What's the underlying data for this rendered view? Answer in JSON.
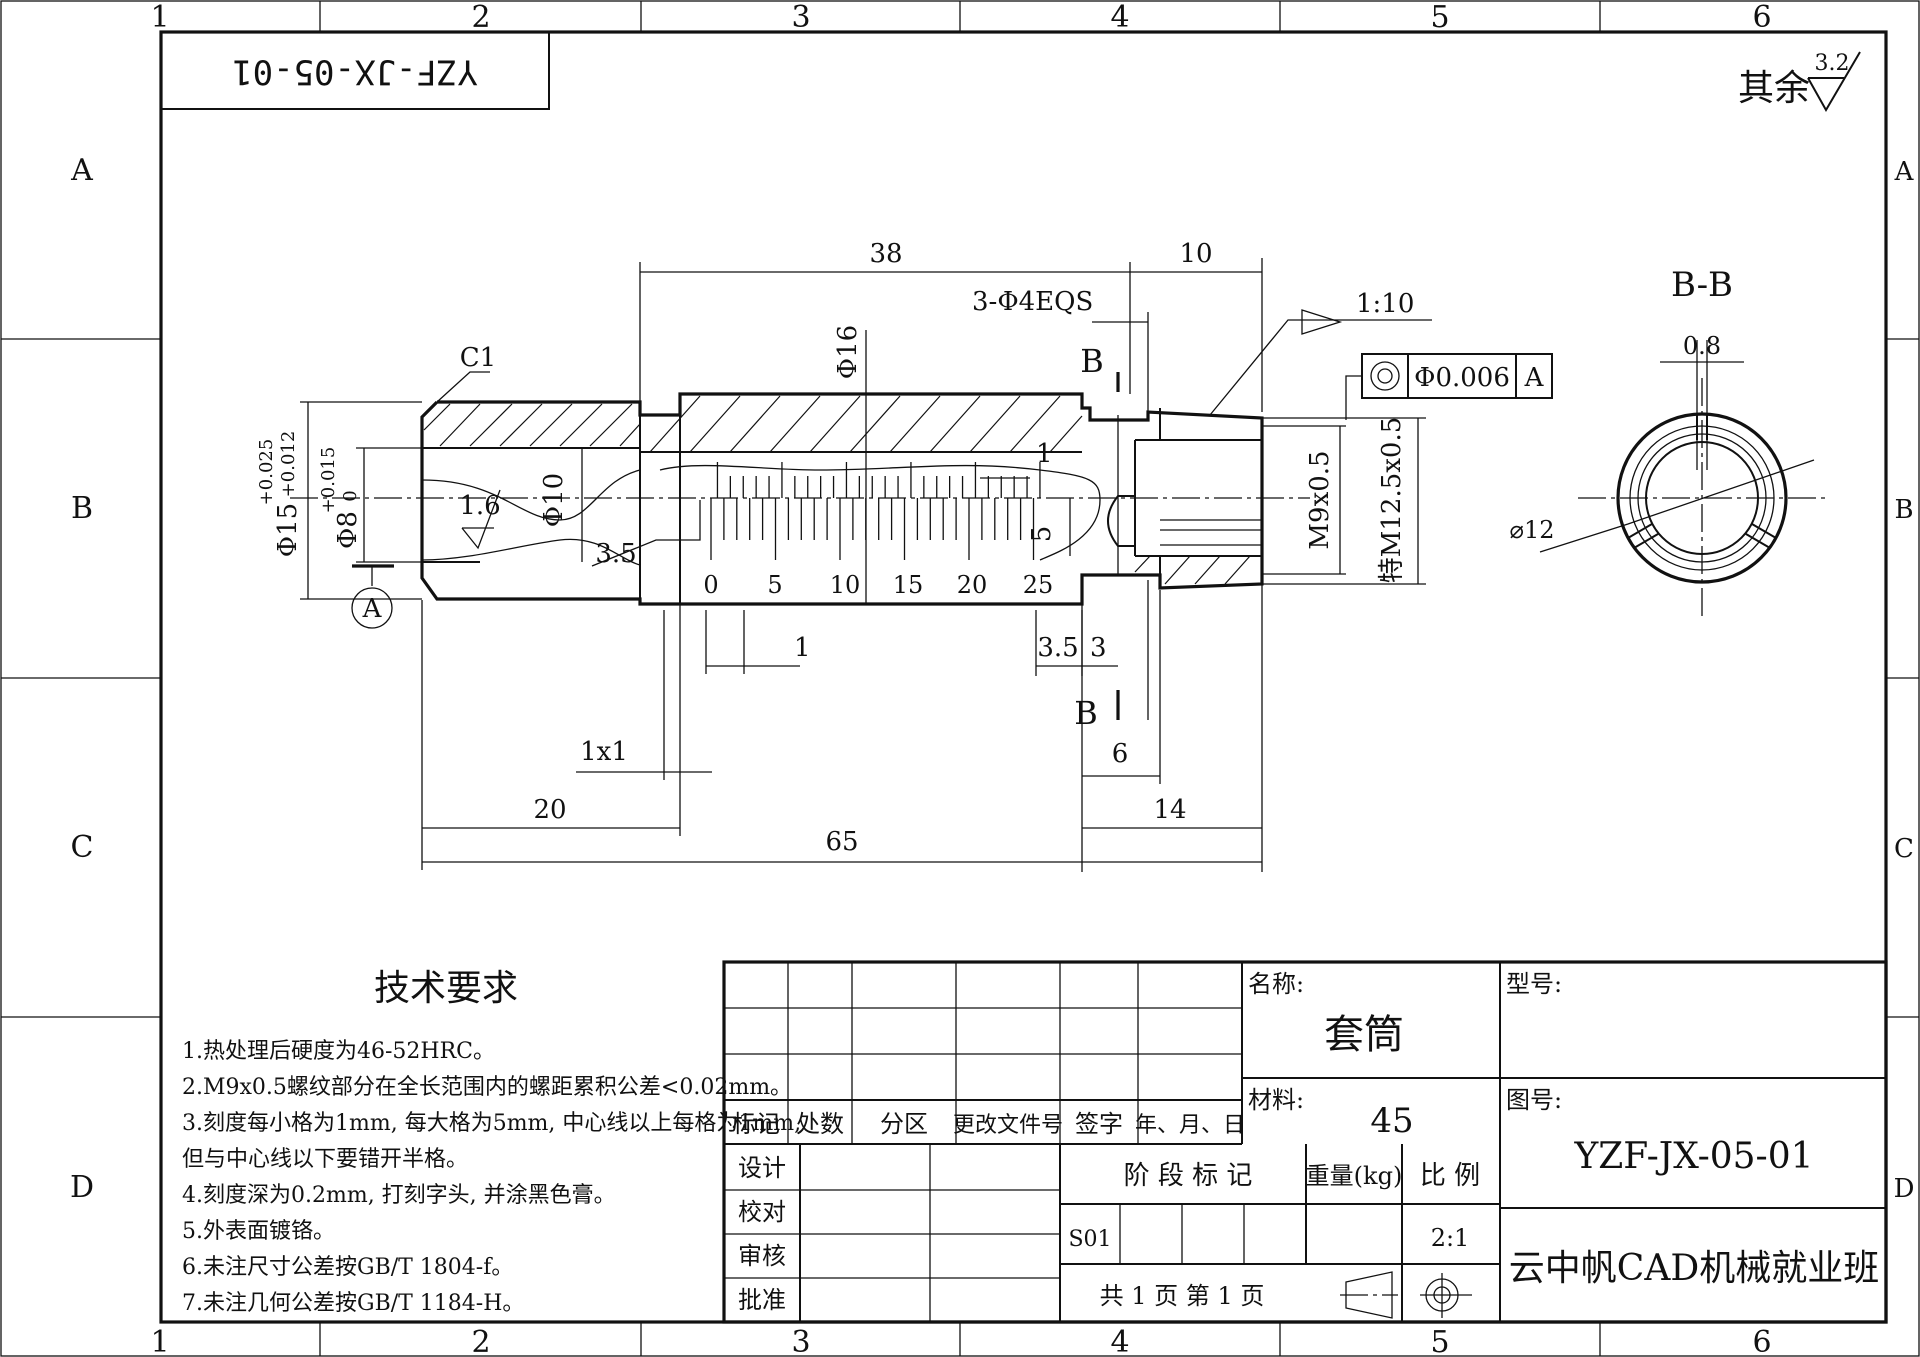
{
  "frame": {
    "col_labels": [
      "1",
      "2",
      "3",
      "4",
      "5",
      "6"
    ],
    "row_labels": [
      "A",
      "B",
      "C",
      "D"
    ]
  },
  "top_code": "YZF-JX-05-01",
  "roughness_note": {
    "prefix": "其余",
    "value": "3.2"
  },
  "dimensions": {
    "d38": "38",
    "d10": "10",
    "holes": "3-Φ4EQS",
    "taper": "1:10",
    "phi16": "Φ16",
    "c1": "C1",
    "phi15_base": "Φ15",
    "phi15_tol_upper": "+0.025",
    "phi15_tol_lower": "+0.012",
    "phi8_base": "Φ8",
    "phi8_tol_upper": "+0.015",
    "phi8_tol_lower": "0",
    "rough16": "1.6",
    "phi10": "Φ10",
    "d3_5_left": "3.5",
    "d1_top": "1",
    "d5": "5",
    "d1_bottom": "1",
    "d3_5": "3.5",
    "d3": "3",
    "d1x1": "1x1",
    "d6": "6",
    "d20": "20",
    "d65": "65",
    "d14": "14",
    "m9": "M9x0.5",
    "m12": "特M12.5x0.5",
    "datum": "A"
  },
  "scale_labels": [
    "0",
    "5",
    "10",
    "15",
    "20",
    "25"
  ],
  "section": {
    "mark": "B",
    "title": "B-B",
    "gap": "0.8",
    "dia": "⌀12"
  },
  "geom_tol": {
    "value": "Φ0.006",
    "datum": "A"
  },
  "tech_req": {
    "title": "技术要求",
    "items": [
      "1.热处理后硬度为46-52HRC。",
      "2.M9x0.5螺纹部分在全长范围内的螺距累积公差<0.02mm。",
      "3.刻度每小格为1mm, 每大格为5mm, 中心线以上每格为1mm,",
      "   但与中心线以下要错开半格。",
      "4.刻度深为0.2mm, 打刻字头, 并涂黑色膏。",
      "5.外表面镀铬。",
      "6.未注尺寸公差按GB/T 1804-f。",
      "7.未注几何公差按GB/T 1184-H。"
    ]
  },
  "title_block": {
    "rev_headers": [
      "标记",
      "处数",
      "分区",
      "更改文件号",
      "签字",
      "年、月、日"
    ],
    "roles": [
      "设计",
      "校对",
      "审核",
      "批准"
    ],
    "stage_label": "阶 段 标 记",
    "weight_label": "重量(kg)",
    "scale_label": "比 例",
    "stage_code": "S01",
    "scale_value": "2:1",
    "sheets": "共 1 页    第 1 页",
    "name_label": "名称:",
    "name_value": "套筒",
    "material_label": "材料:",
    "material_value": "45",
    "type_label": "型号:",
    "drawing_no_label": "图号:",
    "drawing_no": "YZF-JX-05-01",
    "company": "云中帆CAD机械就业班"
  }
}
